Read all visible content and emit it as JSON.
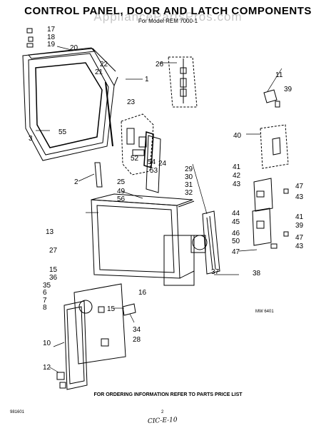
{
  "header": {
    "title": "CONTROL PANEL, DOOR AND LATCH COMPONENTS",
    "subtitle": "For Model REM 7000-1",
    "watermark": "AppliancePartsPros.com"
  },
  "diagram": {
    "code": "MW 6401",
    "callouts": [
      "17",
      "18",
      "19",
      "20",
      "22",
      "21",
      "1",
      "55",
      "3",
      "26",
      "23",
      "54",
      "52",
      "53",
      "24",
      "2",
      "25",
      "49",
      "56",
      "11",
      "39",
      "40",
      "29",
      "30",
      "31",
      "32",
      "41",
      "42",
      "43",
      "47",
      "43",
      "13",
      "44",
      "45",
      "41",
      "39",
      "46",
      "47",
      "50",
      "43",
      "47",
      "27",
      "15",
      "36",
      "35",
      "6",
      "7",
      "8",
      "16",
      "37",
      "38",
      "15",
      "34",
      "28",
      "10",
      "12"
    ]
  },
  "footer": {
    "note": "FOR ORDERING INFORMATION REFER TO PARTS PRICE LIST",
    "doc_code": "981601",
    "page": "2",
    "handwritten": "CIC-E-10"
  }
}
